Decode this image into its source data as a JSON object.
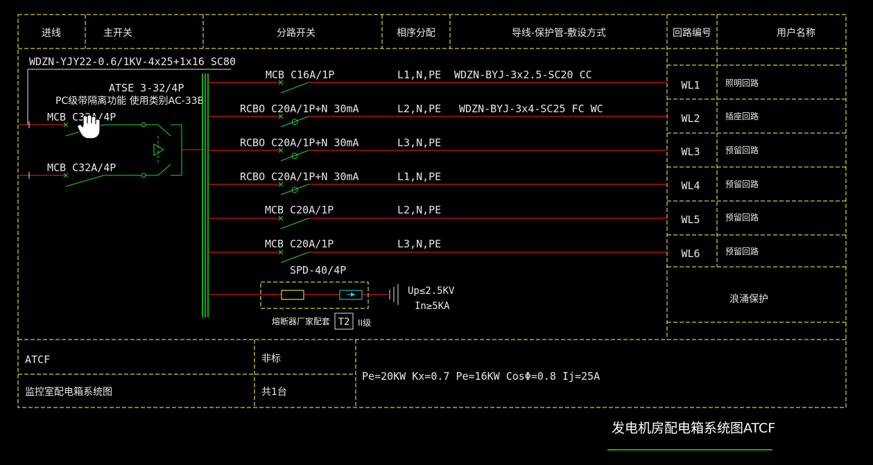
{
  "header": {
    "col_incoming": "进线",
    "col_main_switch": "主开关",
    "col_branch_switch": "分路开关",
    "col_phase": "相序分配",
    "col_wiring": "导线-保护管-敷设方式",
    "col_circuit_no": "回路编号",
    "col_user_name": "用户名称"
  },
  "incoming_cable": "WDZN-YJY22-0.6/1KV-4x25+1x16 SC80",
  "atse": {
    "label": "ATSE 3-32/4P",
    "note": "PC级带隔离功能 使用类别AC-33B"
  },
  "main_breakers": [
    "MCB C32A/4P",
    "MCB C32A/4P"
  ],
  "branches": [
    {
      "switch": "MCB C16A/1P",
      "phase": "L1,N,PE",
      "wiring": "WDZN-BYJ-3x2.5-SC20 CC",
      "circuit": "WL1",
      "user": "照明回路"
    },
    {
      "switch": "RCBO C20A/1P+N 30mA",
      "phase": "L2,N,PE",
      "wiring": "WDZN-BYJ-3x4-SC25 FC WC",
      "circuit": "WL2",
      "user": "插座回路"
    },
    {
      "switch": "RCBO C20A/1P+N 30mA",
      "phase": "L3,N,PE",
      "wiring": "",
      "circuit": "WL3",
      "user": "预留回路"
    },
    {
      "switch": "RCBO C20A/1P+N 30mA",
      "phase": "L1,N,PE",
      "wiring": "",
      "circuit": "WL4",
      "user": "预留回路"
    },
    {
      "switch": "MCB C20A/1P",
      "phase": "L2,N,PE",
      "wiring": "",
      "circuit": "WL5",
      "user": "预留回路"
    },
    {
      "switch": "MCB C20A/1P",
      "phase": "L3,N,PE",
      "wiring": "",
      "circuit": "WL6",
      "user": "预留回路"
    }
  ],
  "spd": {
    "label": "SPD-40/4P",
    "up": "Up≤2.5KV",
    "in": "In≥5KA",
    "fuse_note": "熔断器厂家配套",
    "class_box": "T2",
    "class_level": "II级",
    "user": "浪涌保护"
  },
  "footer": {
    "box_code": "ATCF",
    "box_type": "非标",
    "box_desc": "监控室配电箱系统图",
    "box_qty": "共1台",
    "params": "Pe=20KW Kx=0.7 Pe=16KW CosΦ=0.8 Ij=25A"
  },
  "drawing_title": "发电机房配电箱系统图ATCF",
  "colors": {
    "frame": "#ffff66",
    "feeder": "#ff2020",
    "device": "#22dd22",
    "text": "#e8e8e8",
    "spd": "#22dddd"
  }
}
